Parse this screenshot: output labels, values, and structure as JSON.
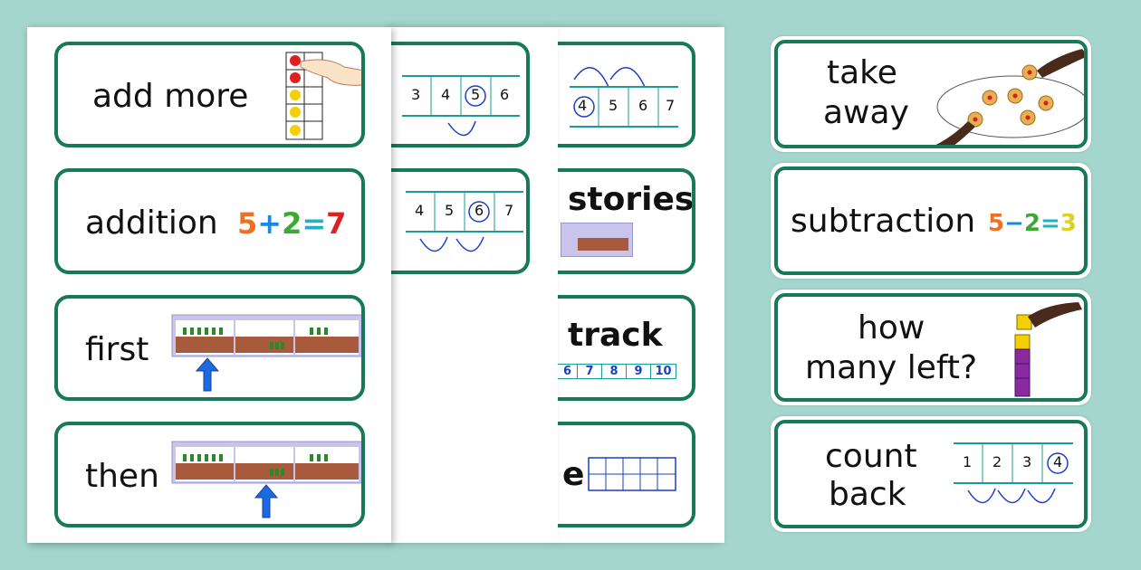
{
  "colors": {
    "background": "#a4d6cd",
    "card_border": "#17785a",
    "line": "#1a9a9a",
    "arrow": "#1a3fc8"
  },
  "left_sheet": [
    {
      "word": "add more",
      "icon": "ten-frame-hand-icon"
    },
    {
      "word": "addition",
      "equation": [
        "5",
        "+",
        "2",
        "=",
        "7"
      ]
    },
    {
      "word": "first",
      "icon": "first-then-now-board-icon"
    },
    {
      "word": "then",
      "icon": "first-then-now-board-icon"
    }
  ],
  "middle_sheet": [
    {
      "numbers": [
        "3",
        "4",
        "5",
        "6"
      ],
      "circled": "5"
    },
    {
      "numbers": [
        "4",
        "5",
        "6",
        "7"
      ],
      "circled": "6"
    }
  ],
  "back_sheet": [
    {
      "numbers": [
        "4",
        "5",
        "6",
        "7"
      ],
      "circled": "4"
    },
    {
      "word": "stories"
    },
    {
      "word": "track",
      "numbers": [
        "6",
        "7",
        "8",
        "9",
        "10"
      ]
    },
    {
      "word": "e",
      "icon": "ten-frame-icon"
    }
  ],
  "right_cards": [
    {
      "word_lines": [
        "take",
        "away"
      ],
      "icon": "plate-of-biscuits-icon"
    },
    {
      "word": "subtraction",
      "equation": [
        "5",
        "−",
        "2",
        "=",
        "3"
      ]
    },
    {
      "word_lines": [
        "how",
        "many left?"
      ],
      "icon": "cube-tower-hand-icon"
    },
    {
      "word_lines": [
        "count",
        "back"
      ],
      "numbers": [
        "1",
        "2",
        "3",
        "4"
      ],
      "circled": "4"
    }
  ]
}
